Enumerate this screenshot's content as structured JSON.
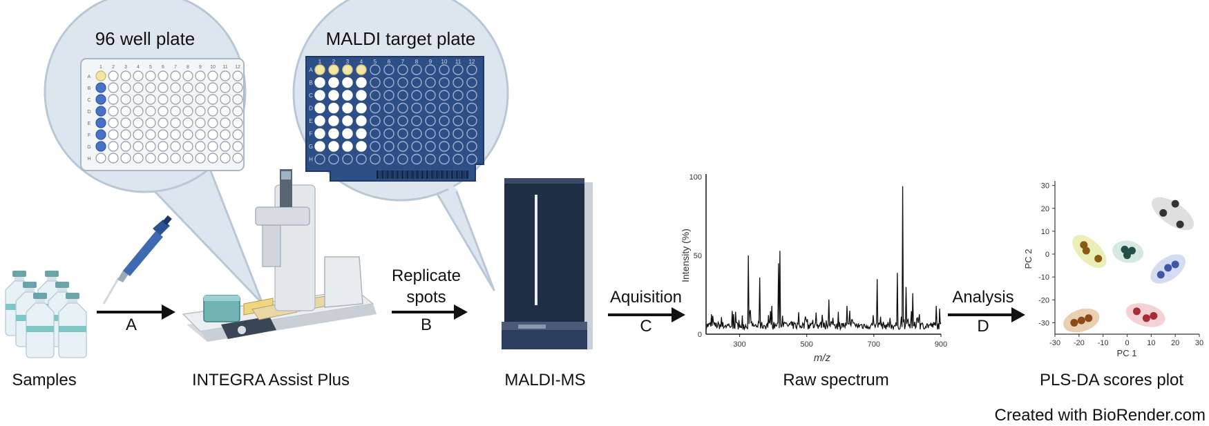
{
  "zoom_96": {
    "title": "96 well plate",
    "col_labels": [
      "1",
      "2",
      "3",
      "4",
      "5",
      "6",
      "7",
      "8",
      "9",
      "10",
      "11",
      "12"
    ],
    "row_labels": [
      "A",
      "B",
      "C",
      "D",
      "E",
      "F",
      "G",
      "H"
    ]
  },
  "zoom_maldi": {
    "title": "MALDI target plate",
    "col_labels": [
      "1",
      "2",
      "3",
      "4",
      "5",
      "6",
      "7",
      "8",
      "9",
      "10",
      "11",
      "12"
    ],
    "row_labels": [
      "A",
      "B",
      "C",
      "D",
      "E",
      "F",
      "G",
      "H"
    ]
  },
  "steps": {
    "a": {
      "letter": "A"
    },
    "b": {
      "line1": "Replicate",
      "line2": "spots",
      "letter": "B"
    },
    "c": {
      "label": "Aquisition",
      "letter": "C"
    },
    "d": {
      "label": "Analysis",
      "letter": "D"
    }
  },
  "stages": {
    "samples": "Samples",
    "integra": "INTEGRA Assist Plus",
    "maldi": "MALDI-MS",
    "raw": "Raw spectrum",
    "plsda": "PLS-DA scores plot"
  },
  "credit": "Created with BioRender.com",
  "colors": {
    "well_blue": "#4a72c4",
    "well_yellow": "#f3e7a5",
    "plate_navy": "#2e4f86",
    "zoom_fill": "#dde5ee",
    "zoom_stroke": "#b9c7d6",
    "instrument_dark": "#26354f"
  },
  "chart_data": [
    {
      "type": "line",
      "xlabel": "m/z",
      "ylabel": "Intensity (%)",
      "xticks": [
        "300",
        "500",
        "700",
        "900"
      ],
      "yticks": [
        "0",
        "50",
        "100"
      ],
      "xlim": [
        200,
        900
      ],
      "ylim": [
        0,
        100
      ],
      "peaks": [
        {
          "x": 325,
          "y": 50
        },
        {
          "x": 360,
          "y": 36
        },
        {
          "x": 395,
          "y": 18
        },
        {
          "x": 415,
          "y": 45
        },
        {
          "x": 420,
          "y": 53
        },
        {
          "x": 475,
          "y": 14
        },
        {
          "x": 565,
          "y": 22
        },
        {
          "x": 620,
          "y": 18
        },
        {
          "x": 710,
          "y": 35
        },
        {
          "x": 770,
          "y": 39
        },
        {
          "x": 785,
          "y": 94
        },
        {
          "x": 795,
          "y": 30
        },
        {
          "x": 815,
          "y": 26
        },
        {
          "x": 885,
          "y": 18
        }
      ]
    },
    {
      "type": "scatter",
      "xlabel": "PC 1",
      "ylabel": "PC 2",
      "xticks": [
        "-30",
        "-20",
        "-10",
        "0",
        "10",
        "20",
        "30"
      ],
      "yticks": [
        "30",
        "20",
        "10",
        "0",
        "-10",
        "-20",
        "-30"
      ],
      "xlim": [
        -30,
        30
      ],
      "ylim": [
        -35,
        32
      ],
      "groups": [
        {
          "color": "#8a5a14",
          "fill": "#e8ecaa",
          "points": [
            [
              -18,
              4
            ],
            [
              -17,
              1.5
            ],
            [
              -12,
              -2
            ]
          ]
        },
        {
          "color": "#25504a",
          "fill": "#cfe5dc",
          "points": [
            [
              -1,
              2
            ],
            [
              0,
              -0.5
            ],
            [
              2,
              1.5
            ]
          ]
        },
        {
          "color": "#333333",
          "fill": "#d9d9d9",
          "points": [
            [
              15,
              18
            ],
            [
              20,
              22
            ],
            [
              22,
              13
            ]
          ]
        },
        {
          "color": "#3f57a6",
          "fill": "#cdd6f0",
          "points": [
            [
              14,
              -9
            ],
            [
              17,
              -6
            ],
            [
              20,
              -4.5
            ]
          ]
        },
        {
          "color": "#a82b38",
          "fill": "#f1c9cd",
          "points": [
            [
              4,
              -25
            ],
            [
              8,
              -28
            ],
            [
              11,
              -27
            ]
          ]
        },
        {
          "color": "#8a4a1a",
          "fill": "#e7c7a5",
          "points": [
            [
              -22,
              -30
            ],
            [
              -19,
              -29
            ],
            [
              -16,
              -28
            ]
          ]
        }
      ]
    }
  ]
}
